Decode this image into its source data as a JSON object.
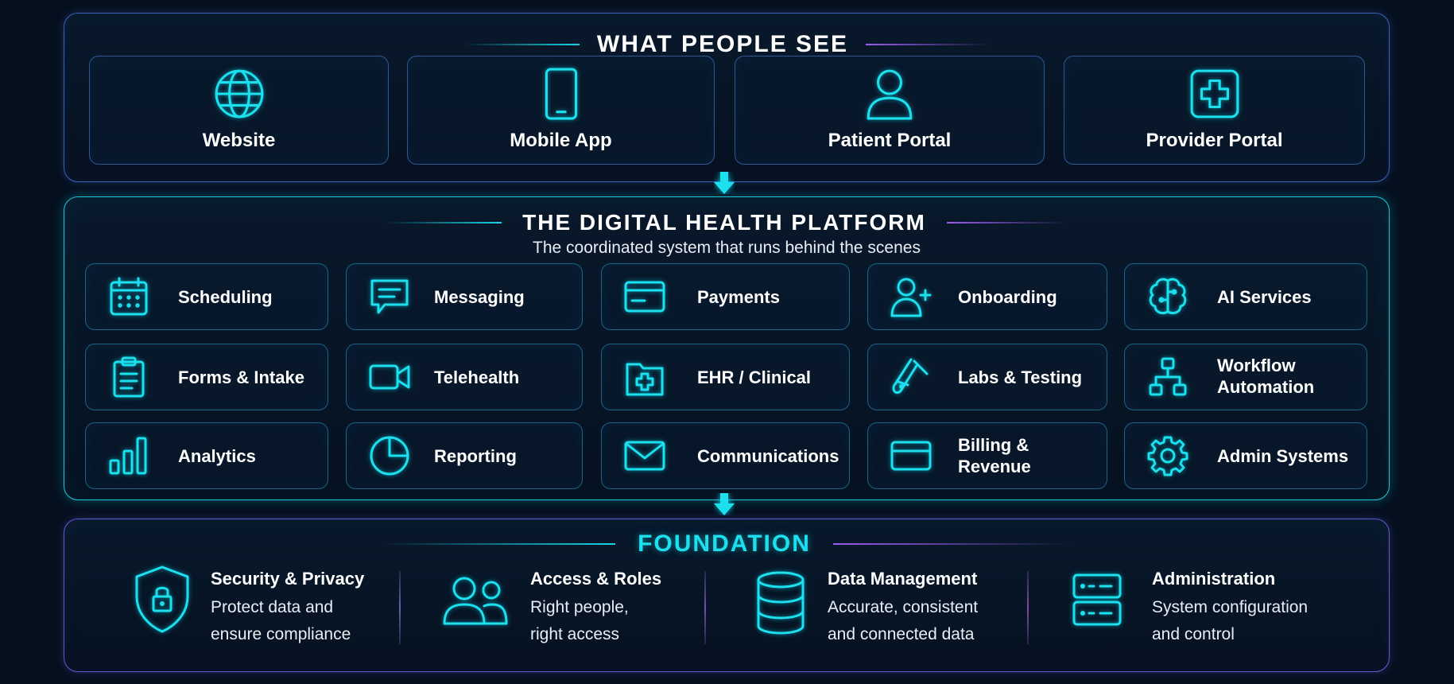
{
  "top": {
    "title": "WHAT PEOPLE SEE",
    "items": [
      {
        "label": "Website",
        "icon": "globe-icon"
      },
      {
        "label": "Mobile App",
        "icon": "smartphone-icon"
      },
      {
        "label": "Patient Portal",
        "icon": "person-icon"
      },
      {
        "label": "Provider Portal",
        "icon": "medical-cross-icon"
      }
    ]
  },
  "platform": {
    "title": "THE DIGITAL HEALTH PLATFORM",
    "subtitle": "The coordinated system that runs behind the scenes",
    "items": [
      {
        "label": "Scheduling",
        "icon": "calendar-icon"
      },
      {
        "label": "Messaging",
        "icon": "chat-bubble-icon"
      },
      {
        "label": "Payments",
        "icon": "card-icon"
      },
      {
        "label": "Onboarding",
        "icon": "add-user-icon"
      },
      {
        "label": "AI Services",
        "icon": "brain-icon"
      },
      {
        "label": "Forms & Intake",
        "icon": "clipboard-icon"
      },
      {
        "label": "Telehealth",
        "icon": "video-camera-icon"
      },
      {
        "label": "EHR / Clinical",
        "icon": "medical-folder-icon"
      },
      {
        "label": "Labs & Testing",
        "icon": "test-tube-icon"
      },
      {
        "label": "Workflow Automation",
        "line1": "Workflow",
        "line2": "Automation",
        "icon": "workflow-icon"
      },
      {
        "label": "Analytics",
        "icon": "bar-chart-icon"
      },
      {
        "label": "Reporting",
        "icon": "pie-chart-icon"
      },
      {
        "label": "Communications",
        "icon": "envelope-icon"
      },
      {
        "label": "Billing & Revenue",
        "icon": "billing-card-icon"
      },
      {
        "label": "Admin Systems",
        "icon": "gear-icon"
      }
    ]
  },
  "foundation": {
    "title": "FOUNDATION",
    "items": [
      {
        "title": "Security & Privacy",
        "line1": "Protect data and",
        "line2": "ensure compliance",
        "icon": "shield-lock-icon"
      },
      {
        "title": "Access & Roles",
        "line1": "Right people,",
        "line2": "right access",
        "icon": "users-icon"
      },
      {
        "title": "Data Management",
        "line1": "Accurate, consistent",
        "line2": "and connected data",
        "icon": "database-icon"
      },
      {
        "title": "Administration",
        "line1": "System configuration",
        "line2": "and control",
        "icon": "server-icon"
      }
    ]
  },
  "colors": {
    "background": "#05101f",
    "accent_cyan": "#1de0ee",
    "accent_purple": "#9b5cf0",
    "text": "#ffffff"
  }
}
